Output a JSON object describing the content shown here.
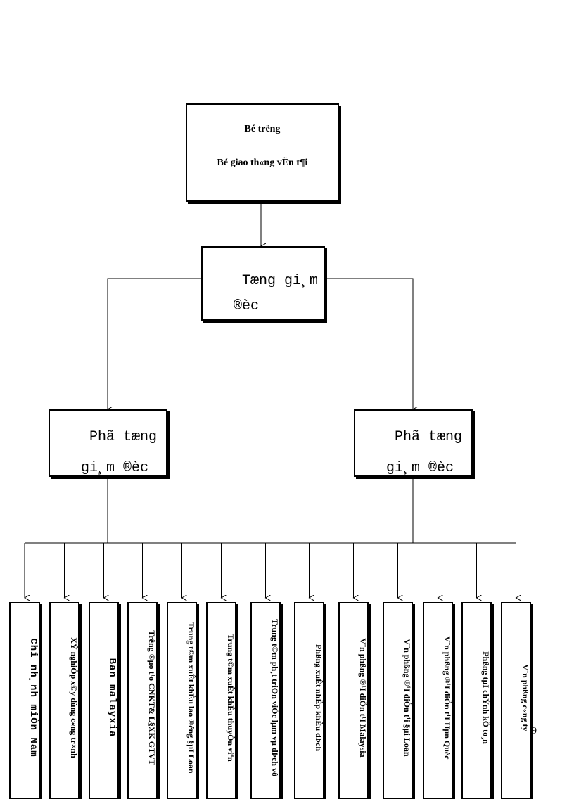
{
  "minister": {
    "line1": "Bé tr­ëng",
    "line2": "Bé giao th«ng vËn t¶i"
  },
  "director": {
    "line1": "Tæng gi¸m",
    "line2": "®èc"
  },
  "deputy_left": {
    "line1": "Phã tæng",
    "line2": "gi¸m ®èc"
  },
  "deputy_right": {
    "line1": "Phã tæng",
    "line2": "gi¸m ®èc"
  },
  "units": [
    {
      "text": "Chi nh¸nh miÒn Nam",
      "mono": true
    },
    {
      "text": "XÝ nghiÖp x©y dùng c«ng tr×nh"
    },
    {
      "text": "Ban malayxia",
      "mono": true
    },
    {
      "text": "Tr­êng ®µo t¹o CNKT& L§XK GTVT"
    },
    {
      "text": "Trung t©m xuÊt khÈu lao ®éng §µI Loan"
    },
    {
      "text": "Trung t©m xuÊt khÈu thuyÒn viªn"
    },
    {
      "text": "Trung t©m ph¸t triÓn viÖc lµm vµ dÞch vô"
    },
    {
      "text": "Phßng xuÊt nhËp khÈu dÞch"
    },
    {
      "text": "V¨n phßng ®¹I diÖn t¹I Malaysia"
    },
    {
      "text": "V¨n phßng ®¹I diÖn t¹i §µi Loan"
    },
    {
      "text": "V¨n phßng ®¹I diÖn t¹I Hµn Quèc"
    },
    {
      "text": "Phßng tµI chÝnh kÕ to¸n"
    },
    {
      "text": "V¨n phßng c«ng ty"
    }
  ],
  "page_number": "9"
}
